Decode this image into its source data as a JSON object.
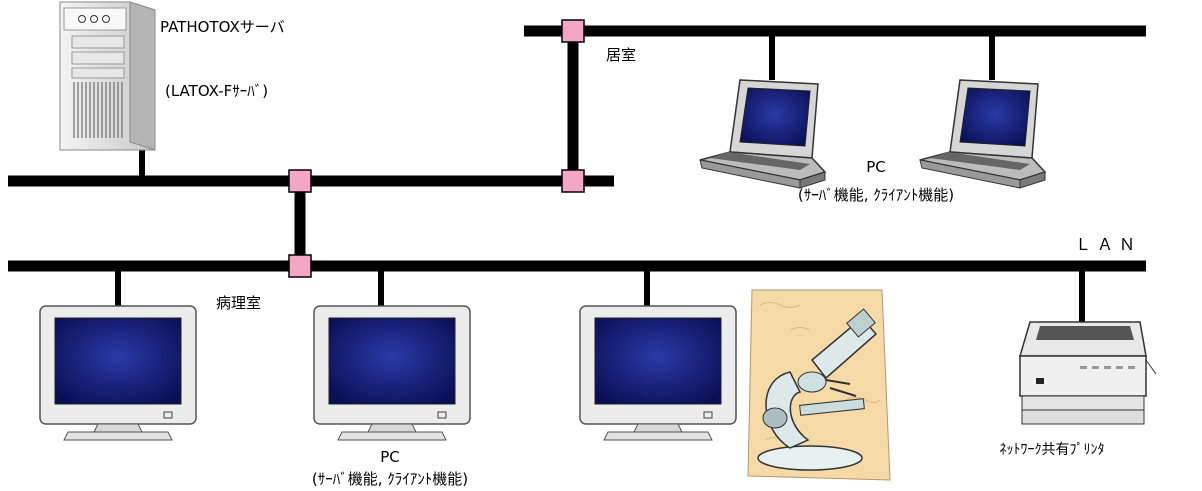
{
  "server": {
    "name": "PATHOTOXサーバ",
    "alias": "(LATOX-Fｻｰﾊﾞ)"
  },
  "rooms": {
    "office": "居室",
    "pathology": "病理室"
  },
  "pc_groups": {
    "top": {
      "title": "PC",
      "subtitle": "(ｻｰﾊﾞ機能, ｸﾗｲｱﾝﾄ機能)"
    },
    "bottom": {
      "title": "PC",
      "subtitle": "(ｻｰﾊﾞ機能, ｸﾗｲｱﾝﾄ機能)"
    }
  },
  "network": {
    "label": "ＬＡＮ"
  },
  "printer": {
    "label": "ﾈｯﾄﾜｰｸ共有ﾌﾟﾘﾝﾀ"
  },
  "colors": {
    "line": "#000000",
    "junction": "#f4a6c6",
    "screen": "#101a6e",
    "case": "#ececec",
    "microscope_bg": "#f5d9a6"
  },
  "icons": [
    "server-icon",
    "laptop-icon",
    "monitor-icon",
    "microscope-icon",
    "printer-icon"
  ]
}
